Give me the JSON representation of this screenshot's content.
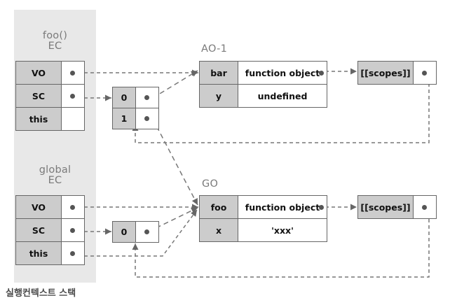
{
  "caption": "실행컨텍스트 스택",
  "stack": {
    "panel_name": "execution-context-stack",
    "contexts": [
      {
        "title_line1": "foo()",
        "title_line2": "EC",
        "rows": [
          {
            "key": "VO",
            "has_pointer": true
          },
          {
            "key": "SC",
            "has_pointer": true
          },
          {
            "key": "this",
            "has_pointer": false
          }
        ]
      },
      {
        "title_line1": "global",
        "title_line2": "EC",
        "rows": [
          {
            "key": "VO",
            "has_pointer": true
          },
          {
            "key": "SC",
            "has_pointer": true
          },
          {
            "key": "this",
            "has_pointer": true
          }
        ]
      }
    ]
  },
  "scope_chains": [
    {
      "name": "foo-scope-chain",
      "rows": [
        {
          "index": "0",
          "has_pointer": true
        },
        {
          "index": "1",
          "has_pointer": true
        }
      ]
    },
    {
      "name": "global-scope-chain",
      "rows": [
        {
          "index": "0",
          "has_pointer": true
        }
      ]
    }
  ],
  "objects": [
    {
      "title": "AO-1",
      "rows": [
        {
          "key": "bar",
          "value": "function object",
          "value_style": "normal",
          "has_pointer": true
        },
        {
          "key": "y",
          "key_style": "red",
          "value": "undefined",
          "value_style": "undefined",
          "has_pointer": false
        }
      ]
    },
    {
      "title": "GO",
      "rows": [
        {
          "key": "foo",
          "value": "function object",
          "value_style": "normal",
          "has_pointer": true
        },
        {
          "key": "x",
          "value": "'xxx'",
          "value_style": "normal",
          "has_pointer": false
        }
      ]
    }
  ],
  "scopes_boxes": [
    {
      "label": "[[scopes]]",
      "has_pointer": true
    },
    {
      "label": "[[scopes]]",
      "has_pointer": true
    }
  ],
  "colors": {
    "panel_bg": "#e8e8e8",
    "key_cell_bg": "#cccccc",
    "border": "#666666",
    "title_text": "#7a7a7a",
    "undefined_blue": "#2a85d8",
    "red_key": "#ee0000",
    "connector": "#777777"
  }
}
